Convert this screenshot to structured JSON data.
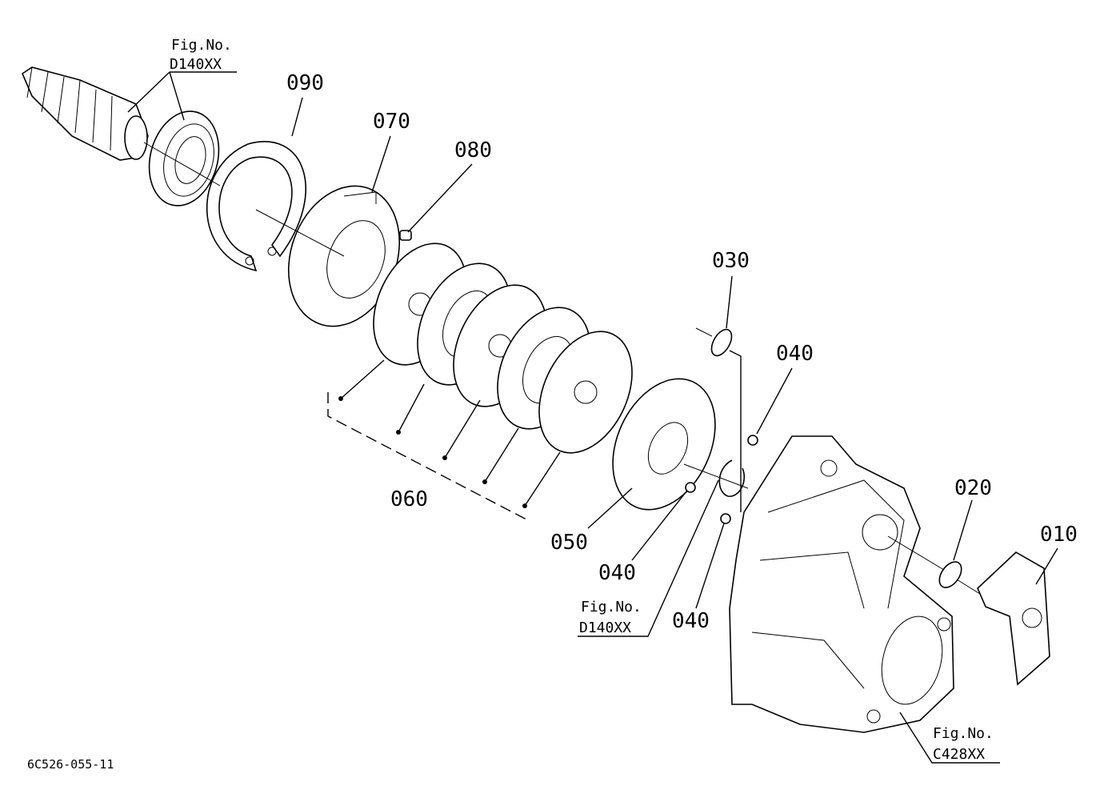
{
  "diagram": {
    "part_numbers": {
      "p010": "010",
      "p020": "020",
      "p030": "030",
      "p040a": "040",
      "p040b": "040",
      "p040c": "040",
      "p050": "050",
      "p060": "060",
      "p070": "070",
      "p080": "080",
      "p090": "090"
    },
    "figure_refs": {
      "top_left": {
        "label": "Fig.No.",
        "code": "D140XX"
      },
      "middle": {
        "label": "Fig.No.",
        "code": "D140XX"
      },
      "bottom_right": {
        "label": "Fig.No.",
        "code": "C428XX"
      }
    },
    "drawing_code": "6C526-055-11"
  }
}
